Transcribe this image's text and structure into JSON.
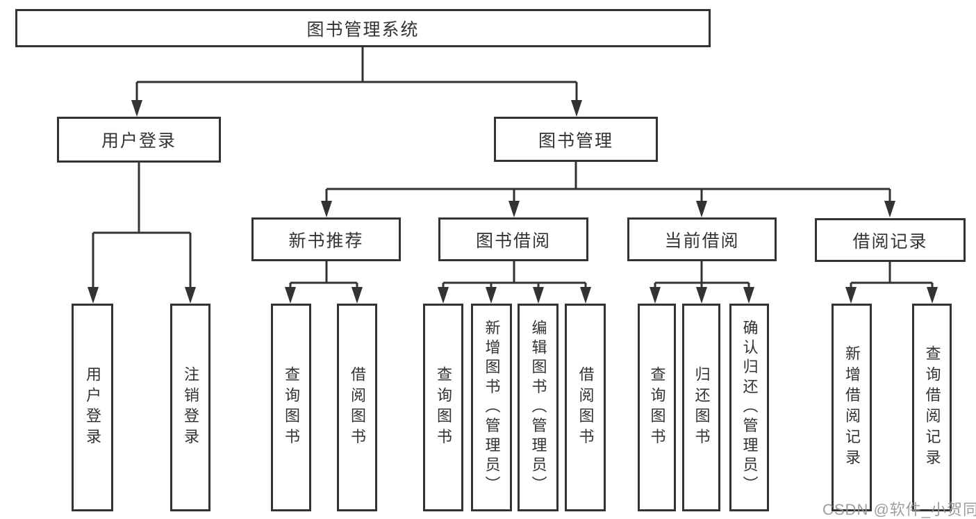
{
  "diagram": {
    "root": "图书管理系统",
    "branches": [
      {
        "label": "用户登录",
        "children": [
          "用户登录",
          "注销登录"
        ]
      },
      {
        "label": "图书管理",
        "sections": [
          {
            "label": "新书推荐",
            "children": [
              "查询图书",
              "借阅图书"
            ]
          },
          {
            "label": "图书借阅",
            "children": [
              "查询图书",
              "新增图书（管理员）",
              "编辑图书（管理员）",
              "借阅图书"
            ]
          },
          {
            "label": "当前借阅",
            "children": [
              "查询图书",
              "归还图书",
              "确认归还（管理员）"
            ]
          },
          {
            "label": "借阅记录",
            "children": [
              "新增借阅记录",
              "查询借阅记录"
            ]
          }
        ]
      }
    ]
  },
  "colors": {
    "line": "#333333",
    "box_border": "#333333",
    "box_fill": "#ffffff",
    "text": "#333333",
    "watermark": "#919191"
  },
  "watermark": "CSDN @软件_小贺同学"
}
